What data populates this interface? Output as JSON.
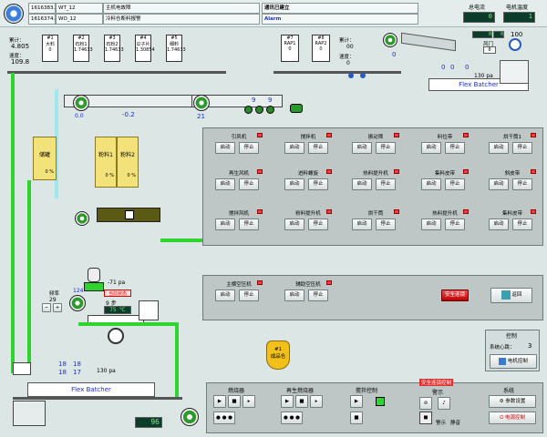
{
  "header": {
    "rows": [
      {
        "c1": "1616383...",
        "c2": "WT_12",
        "c3": "主机电故障",
        "c4": "通讯已建立"
      },
      {
        "c1": "1616374...",
        "c2": "WO_12",
        "c3": "冷料仓断料报警",
        "c4": "Alarm"
      }
    ],
    "total_power_label": "总电流",
    "temp_label": "电机温度",
    "total_power_value": "0",
    "temp_value": "1"
  },
  "left_stats": {
    "cumul_label": "累计：",
    "cumul_value": "4.805",
    "speed_label": "速度：",
    "speed_value": "109.8"
  },
  "feeders": [
    {
      "num": "#1",
      "name": "大料",
      "value": "0",
      "reading": "0"
    },
    {
      "num": "#2",
      "name": "石粉1",
      "value": "1.74633",
      "reading": "0"
    },
    {
      "num": "#3",
      "name": "石粉2",
      "value": "1.74633",
      "reading": "0"
    },
    {
      "num": "#4",
      "name": "瓜子片",
      "value": "1.30854",
      "reading": "0"
    },
    {
      "num": "#5",
      "name": "细料",
      "value": "1.74633",
      "reading": "0"
    }
  ],
  "ra_feeders": [
    {
      "num": "#7",
      "name": "RAP1",
      "value": "0"
    },
    {
      "num": "#8",
      "name": "RAP2",
      "value": "0"
    }
  ],
  "right_stats": {
    "cumul_label": "累计：",
    "cumul_value": "00",
    "speed_label": "速度：",
    "speed_value": "0"
  },
  "drum": {
    "top_readout": "0",
    "gate_label": "风门",
    "gate_value": "0",
    "right_value": "100",
    "temp_pair": [
      "0",
      "0"
    ],
    "count": "0",
    "pressure": "130 pa",
    "pressure_top": "0",
    "flex_batcher_label": "Flex Batcher"
  },
  "dryer": {
    "cumul_value": "0.0",
    "temp_value": "-0.2",
    "batch_value": "21",
    "fan_a": "9",
    "fan_b": "9"
  },
  "tanks": [
    {
      "name": "储罐",
      "pct": "0 %"
    },
    {
      "name": "粉料1",
      "pct": "0 %"
    },
    {
      "name": "粉料2",
      "pct": "0 %"
    }
  ],
  "control_panel": {
    "groups": [
      {
        "label": "引风机",
        "start": "启动",
        "stop": "停止"
      },
      {
        "label": "搅拌机",
        "start": "启动",
        "stop": "停止"
      },
      {
        "label": "振动筛",
        "start": "启动",
        "stop": "停止"
      },
      {
        "label": "料位带",
        "start": "启动",
        "stop": "停止"
      },
      {
        "label": "烘干筒1",
        "start": "启动",
        "stop": "停止"
      },
      {
        "label": "再生风机",
        "start": "启动",
        "stop": "停止"
      },
      {
        "label": "进料螺旋",
        "start": "启动",
        "stop": "停止"
      },
      {
        "label": "热料提升机",
        "start": "启动",
        "stop": "停止"
      },
      {
        "label": "集料皮带",
        "start": "启动",
        "stop": "停止"
      },
      {
        "label": "斜皮带",
        "start": "启动",
        "stop": "停止"
      },
      {
        "label": "搅拌风机",
        "start": "启动",
        "stop": "停止"
      },
      {
        "label": "粉料提升机",
        "start": "启动",
        "stop": "停止"
      },
      {
        "label": "烘干筒",
        "start": "启动",
        "stop": "停止"
      },
      {
        "label": "热料提升机",
        "start": "启动",
        "stop": "停止"
      },
      {
        "label": "集料皮带",
        "start": "启动",
        "stop": "停止"
      },
      {
        "label": "主横空压机",
        "start": "启动",
        "stop": "停止"
      },
      {
        "label": "辅助空压机",
        "start": "启动",
        "stop": "停止"
      }
    ],
    "safety_button": "安全连锁",
    "return_button": "返回"
  },
  "mixer": {
    "freq_label": "频率",
    "freq_value": "29",
    "load_value": "124",
    "pressure": "-71 pa",
    "mode_text": "当前状态",
    "step_value": "9 步",
    "temp_value": "75 ℃",
    "minus": "−",
    "plus": "+"
  },
  "flex_batcher_bottom": {
    "label": "Flex Batcher",
    "values": [
      "18",
      "18",
      "18",
      "17"
    ],
    "pressure": "130 pa",
    "counter": "96"
  },
  "silo": {
    "num": "#1",
    "name": "成品仓"
  },
  "bottom_panels": {
    "burner": "燃烧器",
    "regen_burner": "再生燃烧器",
    "mixing_control": "搅拌控制",
    "alarm_tag": "安全连锁控制",
    "alarm": "警示",
    "alarm_btn": "警示",
    "mute": "静音",
    "system": "系统",
    "params": "参数设置",
    "power_off": "电源控制",
    "playback_dots": "● ● ●"
  },
  "right_control": {
    "title": "控制",
    "system_heart_label": "系统心跳：",
    "system_heart_value": "3",
    "motor_btn": "电机控制"
  }
}
